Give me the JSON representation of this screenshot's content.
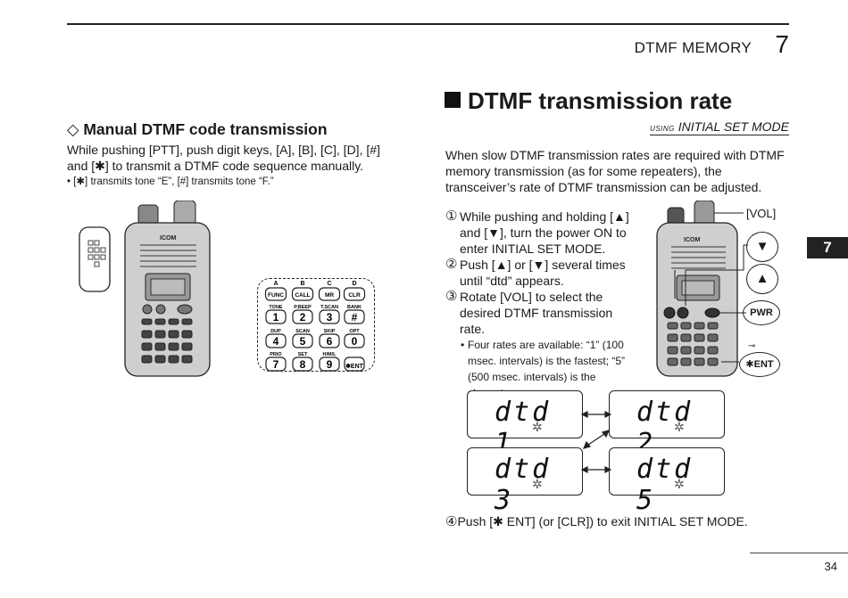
{
  "header": {
    "chapter_title": "DTMF MEMORY",
    "chapter_number": "7"
  },
  "left": {
    "subtitle": "◇ Manual DTMF code transmission",
    "body_line1": "While pushing [PTT], push digit keys, [A], [B], [C], [D], [#]",
    "body_line2": "and [✱] to transmit a DTMF code sequence manually.",
    "note": "• [✱] transmits tone “E”, [#] transmits tone “F.”",
    "keypad": {
      "letters": [
        "A",
        "B",
        "C",
        "D"
      ],
      "row1": [
        "FUNC",
        "CALL",
        "MR",
        "CLR"
      ],
      "row2_labels": [
        "TONE",
        "P.BEEP",
        "T.SCAN",
        "BANK"
      ],
      "row2": [
        "1",
        "2",
        "3",
        "#"
      ],
      "row3_labels": [
        "DUP",
        "SCAN",
        "SKIP",
        "OPT"
      ],
      "row3": [
        "4",
        "5",
        "6",
        "0"
      ],
      "row4_labels": [
        "PRIO",
        "SET",
        "H/M/L",
        ""
      ],
      "row4": [
        "7",
        "8",
        "9",
        "✱ENT"
      ]
    }
  },
  "right": {
    "section_title": "DTMF transmission rate",
    "mode_label_prefix": "using",
    "mode_label": "INITIAL SET MODE",
    "intro": "When slow DTMF transmission rates are required with DTMF memory transmission (as for some repeaters), the transceiver’s rate of DTMF transmission can be adjusted.",
    "steps": [
      {
        "num": "①",
        "text": "While pushing and holding [▲] and [▼], turn the power ON to enter INITIAL SET MODE."
      },
      {
        "num": "②",
        "text": "Push [▲] or [▼] several times until “dtd” appears."
      },
      {
        "num": "③",
        "text": "Rotate [VOL] to select the desired DTMF transmission rate."
      }
    ],
    "rate_note": "Four rates are available: “1” (100 msec. intervals) is the fastest; “5” (500 msec. intervals) is the slowest.",
    "step4_num": "④",
    "step4_text": "Push [✱ ENT] (or [CLR]) to exit INITIAL SET MODE.",
    "callouts": {
      "vol": "[VOL]",
      "down": "▼",
      "up": "▲",
      "pwr": "PWR",
      "ent": "✱ENT"
    },
    "displays": [
      "dtd 1",
      "dtd 2",
      "dtd 3",
      "dtd 5"
    ]
  },
  "page_tab": "7",
  "page_number": "34"
}
